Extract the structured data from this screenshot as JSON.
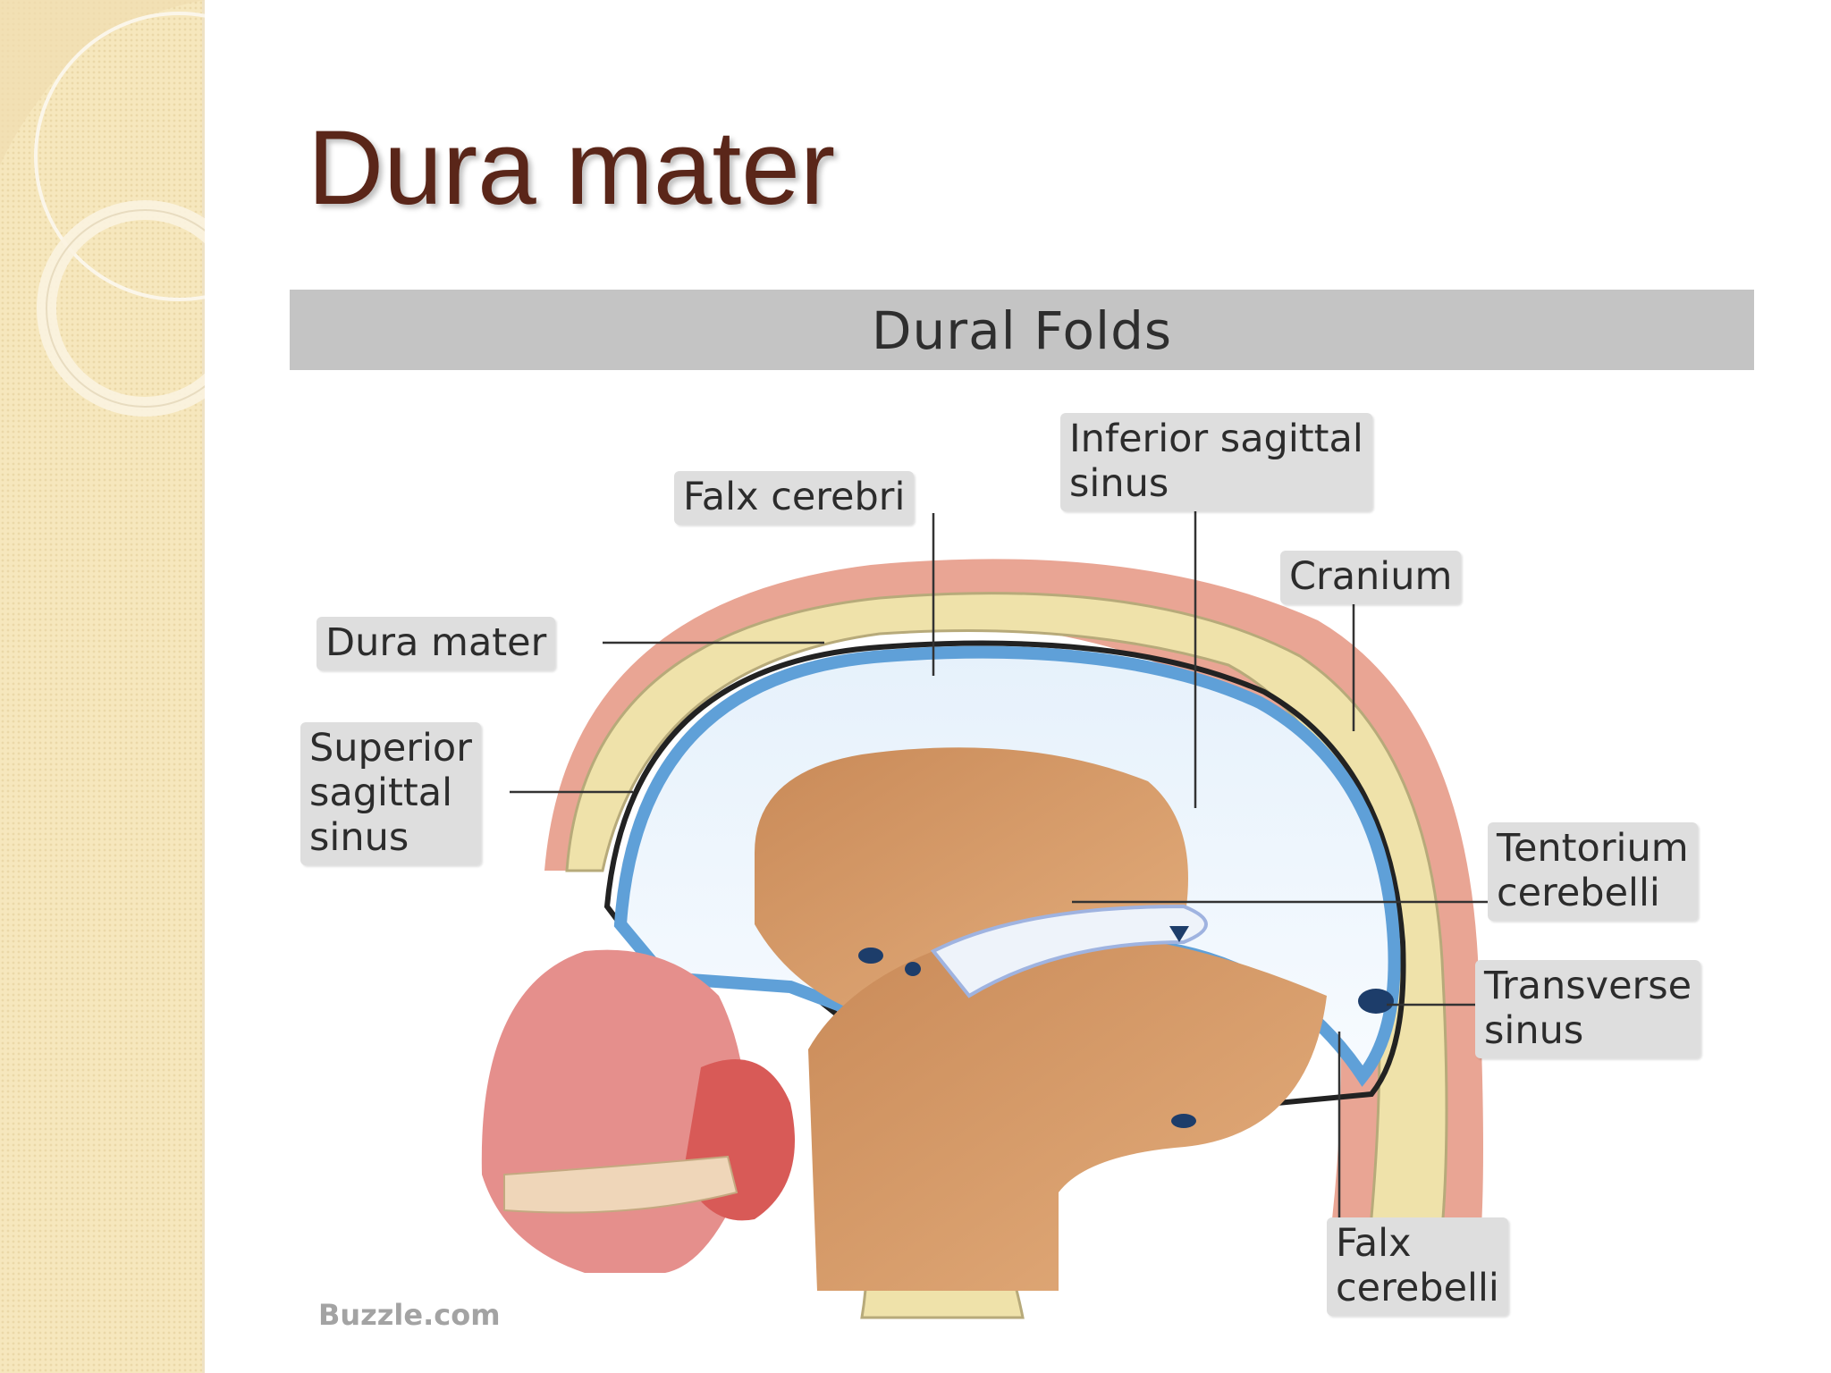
{
  "slide": {
    "title": "Dura mater"
  },
  "diagram": {
    "header": "Dural Folds",
    "labels": {
      "falx_cerebri": "Falx cerebri",
      "inferior_sagittal_sinus": "Inferior sagittal\nsinus",
      "cranium": "Cranium",
      "dura_mater": "Dura mater",
      "superior_sagittal_sinus": "Superior\nsagittal\nsinus",
      "tentorium_cerebelli": "Tentorium\ncerebelli",
      "transverse_sinus": "Transverse\nsinus",
      "falx_cerebelli": "Falx\ncerebelli"
    },
    "credit": "Buzzle.com"
  },
  "colors": {
    "title": "#5a2619",
    "sidebar": "#f6e7bd",
    "header_bar": "#c4c4c4",
    "label_bg": "#dedede"
  }
}
